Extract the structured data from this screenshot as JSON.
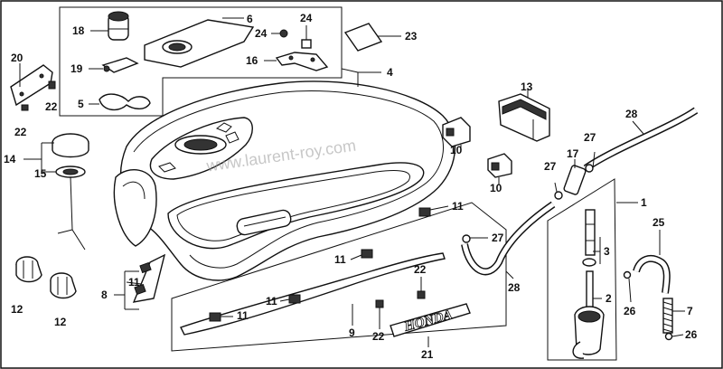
{
  "watermark": "www.laurent-roy.com",
  "emblem_text": "HONDA",
  "callouts": {
    "c1": "1",
    "c2": "2",
    "c3": "3",
    "c4": "4",
    "c5": "5",
    "c6": "6",
    "c7": "7",
    "c8": "8",
    "c9": "9",
    "c10a": "10",
    "c10b": "10",
    "c11a": "11",
    "c11b": "11",
    "c11c": "11",
    "c11d": "11",
    "c11e": "11",
    "c12a": "12",
    "c12b": "12",
    "c13": "13",
    "c14": "14",
    "c15": "15",
    "c16": "16",
    "c17": "17",
    "c18": "18",
    "c19": "19",
    "c20": "20",
    "c21": "21",
    "c22a": "22",
    "c22b": "22",
    "c22c": "22",
    "c22d": "22",
    "c23": "23",
    "c24a": "24",
    "c24b": "24",
    "c25": "25",
    "c26a": "26",
    "c26b": "26",
    "c27a": "27",
    "c27b": "27",
    "c27c": "27",
    "c28a": "28",
    "c28b": "28"
  }
}
